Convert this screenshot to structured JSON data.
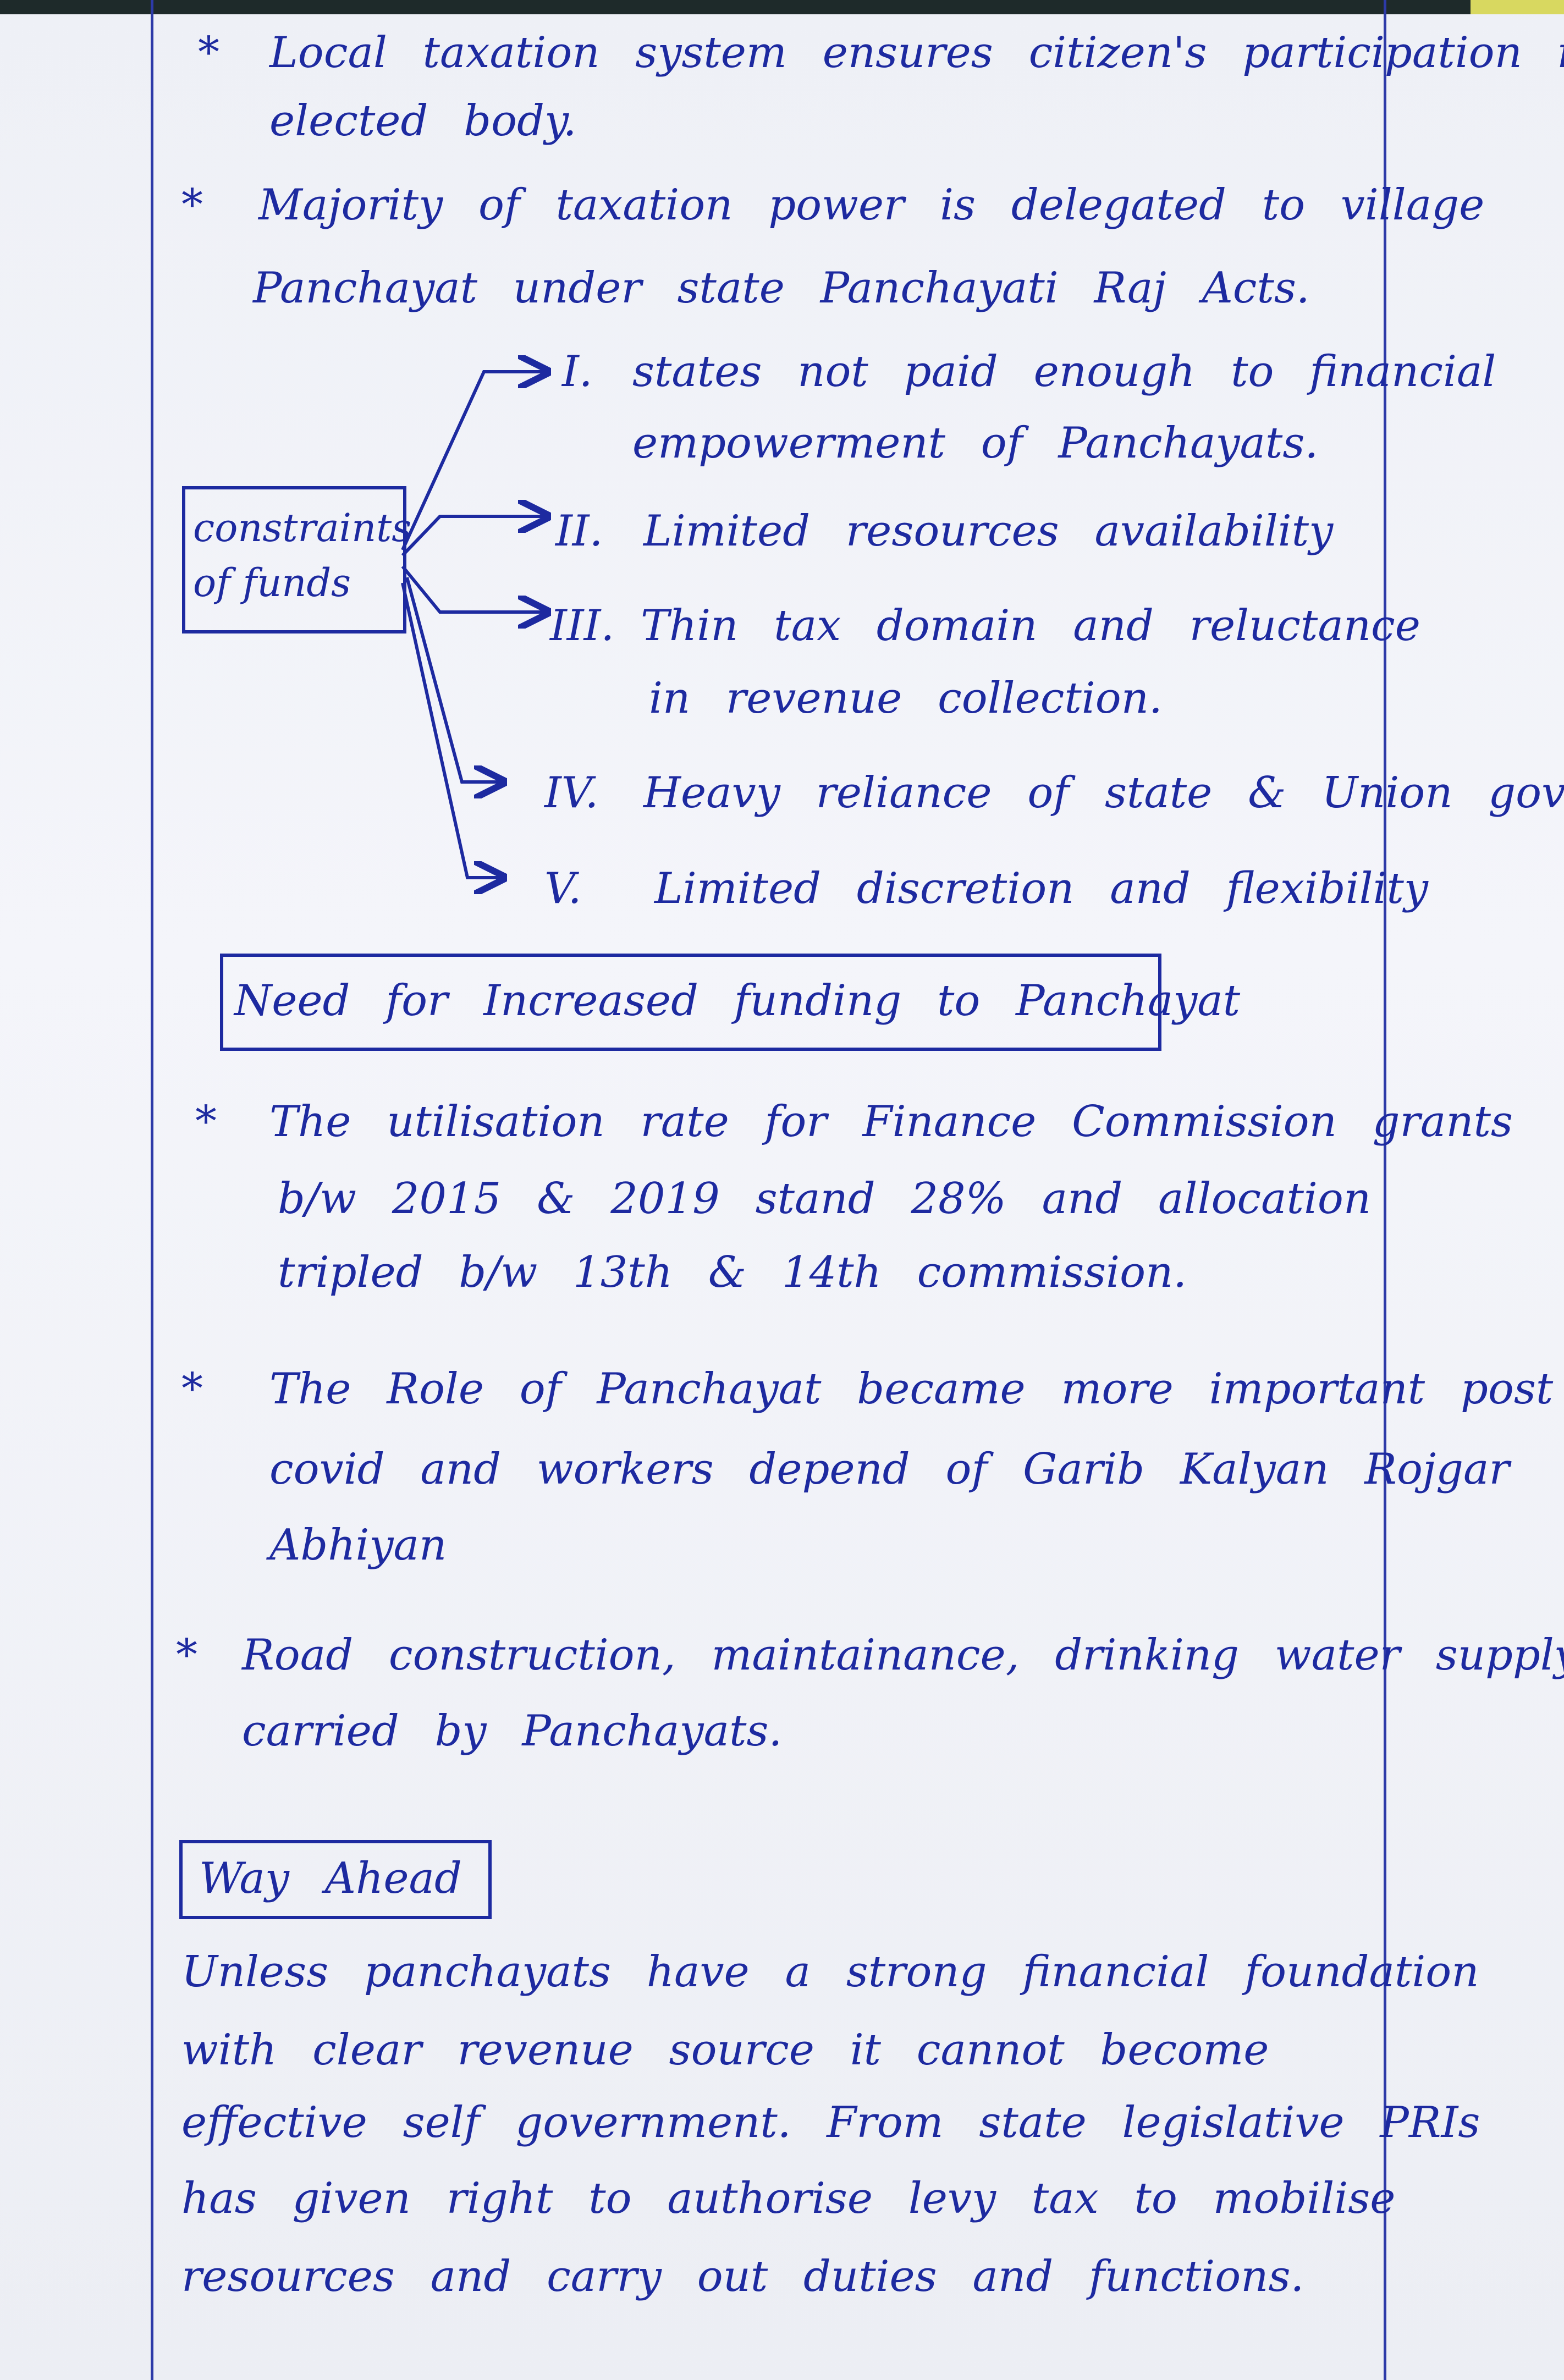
{
  "points_top": [
    {
      "bullet": "*",
      "lines": [
        "Local taxation system ensures citizen's participation in",
        "elected body."
      ]
    },
    {
      "bullet": "*",
      "lines": [
        "Majority of taxation power is delegated to village",
        "Panchayat under state Panchayati Raj Acts."
      ]
    }
  ],
  "constraints": {
    "label_lines": [
      "constraints",
      "of funds"
    ],
    "items": [
      {
        "num": "I.",
        "lines": [
          "states not paid enough to financial",
          "empowerment of Panchayats."
        ]
      },
      {
        "num": "II.",
        "lines": [
          "Limited resources availability"
        ]
      },
      {
        "num": "III.",
        "lines": [
          "Thin tax domain and reluctance",
          "in revenue collection."
        ]
      },
      {
        "num": "IV.",
        "lines": [
          "Heavy reliance of state & Union govt."
        ]
      },
      {
        "num": "V.",
        "lines": [
          "Limited discretion and flexibility"
        ]
      }
    ]
  },
  "need": {
    "heading": "Need for Increased funding to Panchayat",
    "points": [
      {
        "bullet": "*",
        "lines": [
          "The utilisation rate for Finance Commission grants",
          "b/w 2015 & 2019 stand 28% and allocation",
          "tripled b/w 13th & 14th commission."
        ]
      },
      {
        "bullet": "*",
        "lines": [
          "The Role of Panchayat became more important post",
          "covid and workers depend of Garib Kalyan Rojgar",
          "Abhiyan"
        ]
      },
      {
        "bullet": "*",
        "lines": [
          "Road construction, maintainance, drinking water supply",
          "carried by Panchayats."
        ]
      }
    ]
  },
  "way_ahead": {
    "heading": "Way Ahead",
    "lines": [
      "Unless panchayats have a strong financial foundation",
      "with clear revenue source it cannot become",
      "effective self government. From state legislative PRIs",
      "has given right to authorise levy tax to mobilise",
      "resources and carry out duties and functions."
    ]
  }
}
